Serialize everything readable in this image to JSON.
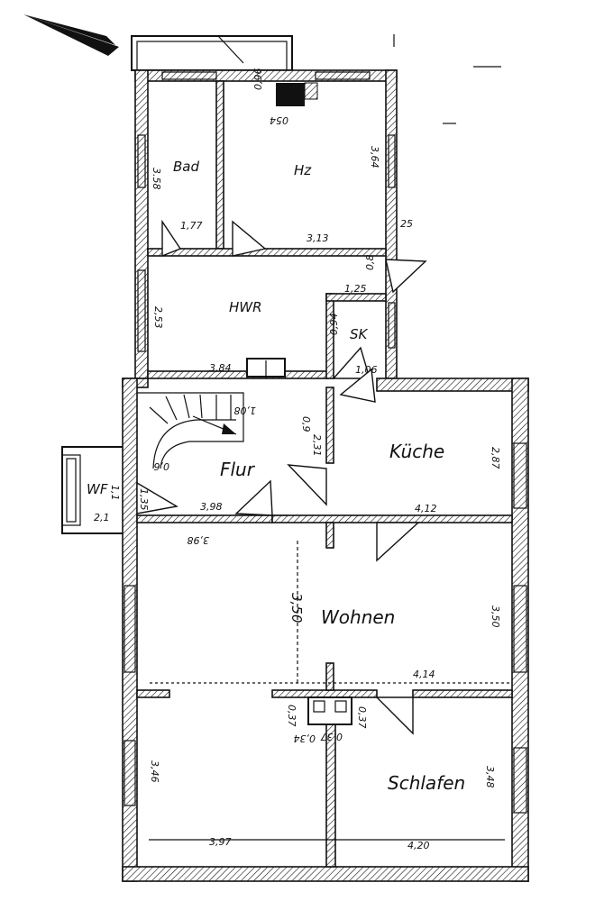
{
  "rooms": {
    "bad": "Bad",
    "hz": "Hz",
    "hwr": "HWR",
    "sk": "SK",
    "kueche": "Küche",
    "flur": "Flur",
    "wf": "WF",
    "wohnen": "Wohnen",
    "schlafen": "Schlafen"
  },
  "dimensions": {
    "bad_height": "3.58",
    "bad_width": "1,77",
    "hz_height": "3,64",
    "hz_width": "3,13",
    "hz_wall": "25",
    "hz_top_a": "0,96",
    "hz_top_b": "054",
    "hwr_height": "2,53",
    "hwr_width": "3,84",
    "hwr_right": "1,25",
    "hwr_step": "0,8",
    "sk_width": "0,94",
    "sk_height": "1,06",
    "stair_a": "1,08",
    "stair_b": "0,6",
    "flur_a": "0,9",
    "flur_b": "2,31",
    "flur_width": "3,98",
    "flur_under": "3,98",
    "wf_a": "1,1",
    "wf_b": "1,35",
    "wf_c": "2,1",
    "kueche_height": "2,87",
    "kueche_width": "4,12",
    "wohnen_height_mid": "3,50",
    "wohnen_height_right": "3,50",
    "wohnen_width": "4,14",
    "chimney_a": "0,37",
    "chimney_b": "0,34",
    "chimney_c": "0,37",
    "chimney_d": "0,37",
    "left_height": "3,46",
    "left_width": "3,97",
    "schlafen_height": "3,48",
    "schlafen_width": "4,20"
  }
}
